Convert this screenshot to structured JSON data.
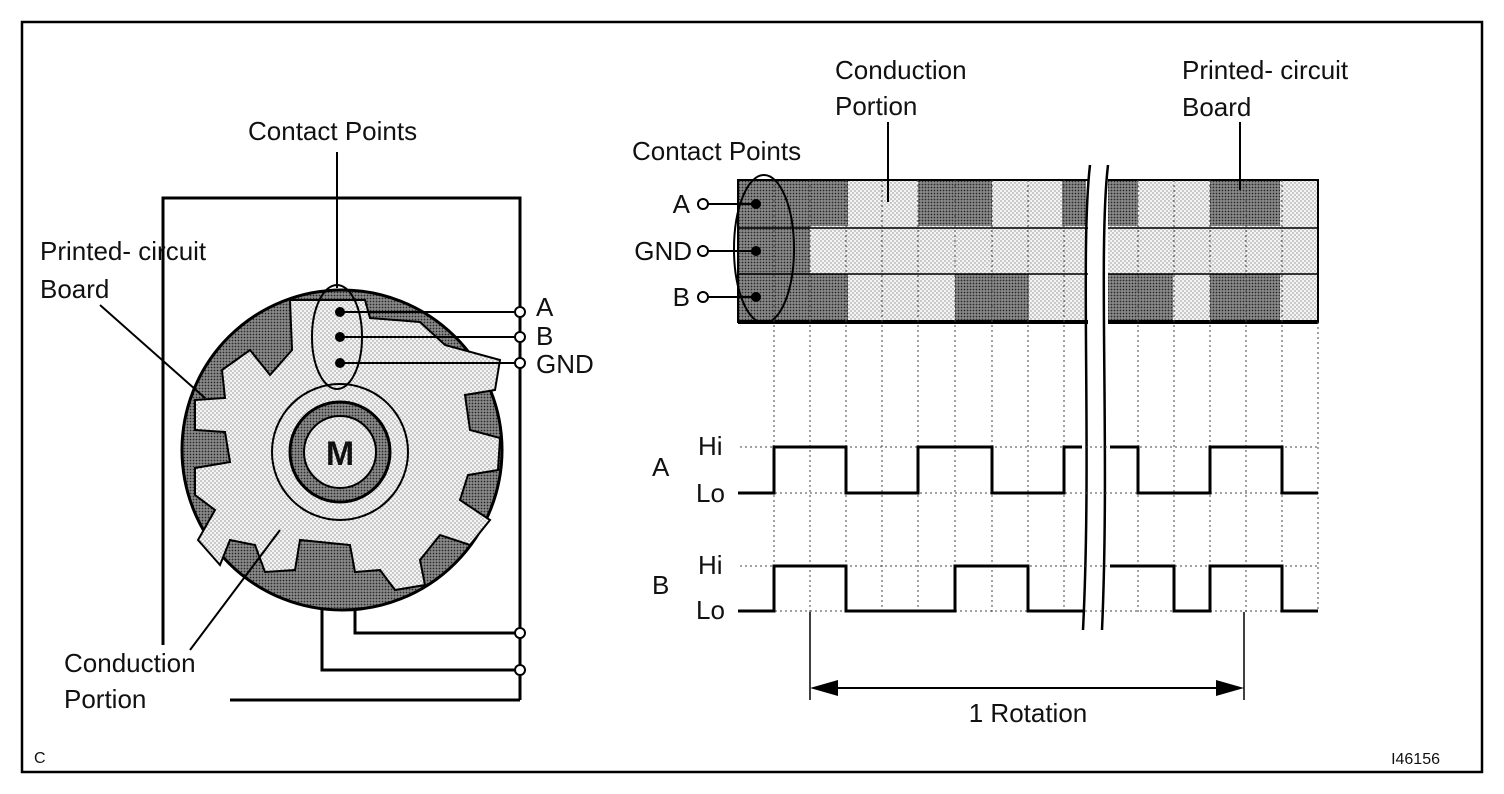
{
  "left": {
    "contact_points_label": "Contact Points",
    "pcb_label_line1": "Printed- circuit",
    "pcb_label_line2": "Board",
    "conduction_label_line1": "Conduction",
    "conduction_label_line2": "Portion",
    "terminal_a": "A",
    "terminal_b": "B",
    "terminal_gnd": "GND",
    "motor_label": "M"
  },
  "right": {
    "conduction_label_line1": "Conduction",
    "conduction_label_line2": "Portion",
    "pcb_label_line1": "Printed- circuit",
    "pcb_label_line2": "Board",
    "contact_points_label": "Contact Points",
    "row_a": "A",
    "row_gnd": "GND",
    "row_b": "B",
    "signal_a": "A",
    "signal_b": "B",
    "hi_a": "Hi",
    "lo_a": "Lo",
    "hi_b": "Hi",
    "lo_b": "Lo",
    "rotation_label": "1 Rotation"
  },
  "corner_left": "C",
  "figure_id": "I46156"
}
